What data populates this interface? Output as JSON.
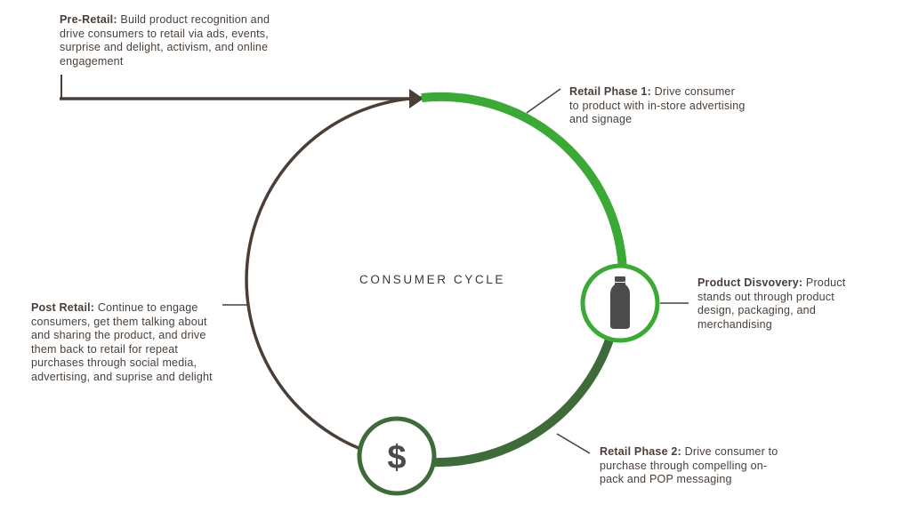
{
  "title": "CONSUMER CYCLE",
  "colors": {
    "brown": "#4a3e37",
    "bright_green": "#3aa935",
    "dark_green": "#3f6b3a",
    "icon_gray": "#4b4b4b"
  },
  "icons": {
    "product": "bottle-icon",
    "purchase": "dollar-sign-icon"
  },
  "dollar_symbol": "$",
  "stages": [
    {
      "heading": "Pre-Retail:",
      "text": "Build product recognition and drive consumers to retail via ads, events, surprise and delight, activism, and online engagement"
    },
    {
      "heading": "Retail Phase 1:",
      "text": "Drive consumer to product with in-store advertising and signage"
    },
    {
      "heading": "Product Disvovery:",
      "text": "Product stands out through product design, packaging, and merchandising"
    },
    {
      "heading": "Retail Phase 2:",
      "text": "Drive consumer to purchase through compelling on-pack and POP messaging"
    },
    {
      "heading": "Post Retail:",
      "text": "Continue to engage consumers, get them talking about and sharing the product, and drive them back to retail for repeat purchases through social media, advertising, and suprise and delight"
    }
  ]
}
